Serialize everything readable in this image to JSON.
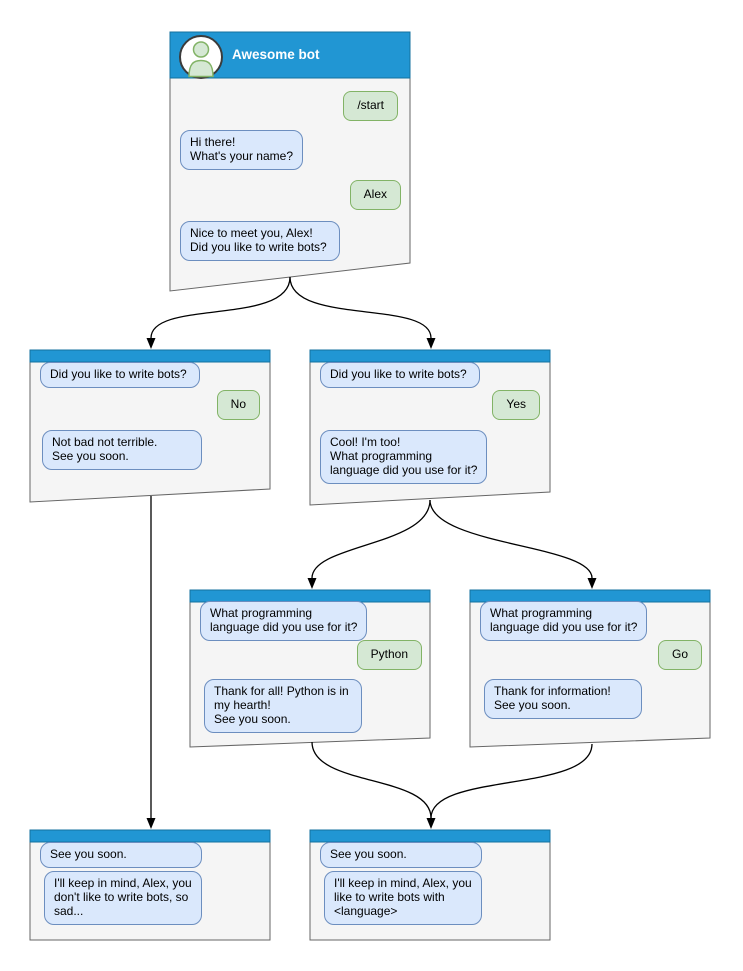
{
  "colors": {
    "header_blue": "#2196d3",
    "header_border": "#14719f",
    "window_fill": "#f5f5f5",
    "window_border": "#666666",
    "bot_bubble_fill": "#dae8fc",
    "bot_bubble_border": "#6c8ebf",
    "user_bubble_fill": "#d5e8d4",
    "user_bubble_border": "#82b366",
    "arrow_color": "#000000",
    "title_text": "#ffffff"
  },
  "windows": {
    "root": {
      "title": "Awesome bot",
      "user_start": "/start",
      "bot_hi": "Hi there!\nWhat's your name?",
      "user_name": "Alex",
      "bot_nice": "Nice to meet you, Alex!\nDid you like to write bots?"
    },
    "no_branch": {
      "bot_question": "Did you like to write bots?",
      "user_answer": "No",
      "bot_reply": "Not bad not terrible.\nSee you soon."
    },
    "yes_branch": {
      "bot_question": "Did you like to write bots?",
      "user_answer": "Yes",
      "bot_reply": "Cool! I'm too!\nWhat programming\nlanguage did you use for it?"
    },
    "python_branch": {
      "bot_question": "What programming\nlanguage did you use for it?",
      "user_answer": "Python",
      "bot_reply": "Thank for all! Python is in\nmy hearth!\nSee you soon."
    },
    "go_branch": {
      "bot_question": "What programming\nlanguage did you use for it?",
      "user_answer": "Go",
      "bot_reply": "Thank for information!\nSee you soon."
    },
    "end_no": {
      "bot_soon": "See you soon.",
      "bot_final": "I'll keep in mind, Alex, you\ndon't like to write bots, so\nsad..."
    },
    "end_yes": {
      "bot_soon": "See you soon.",
      "bot_final": "I'll keep in mind, Alex, you\nlike to write bots with\n<language>"
    }
  },
  "edges": [
    {
      "from": "root",
      "to": "no_branch"
    },
    {
      "from": "root",
      "to": "yes_branch"
    },
    {
      "from": "yes_branch",
      "to": "python_branch"
    },
    {
      "from": "yes_branch",
      "to": "go_branch"
    },
    {
      "from": "no_branch",
      "to": "end_no"
    },
    {
      "from": "python_branch",
      "to": "end_yes"
    },
    {
      "from": "go_branch",
      "to": "end_yes"
    }
  ]
}
